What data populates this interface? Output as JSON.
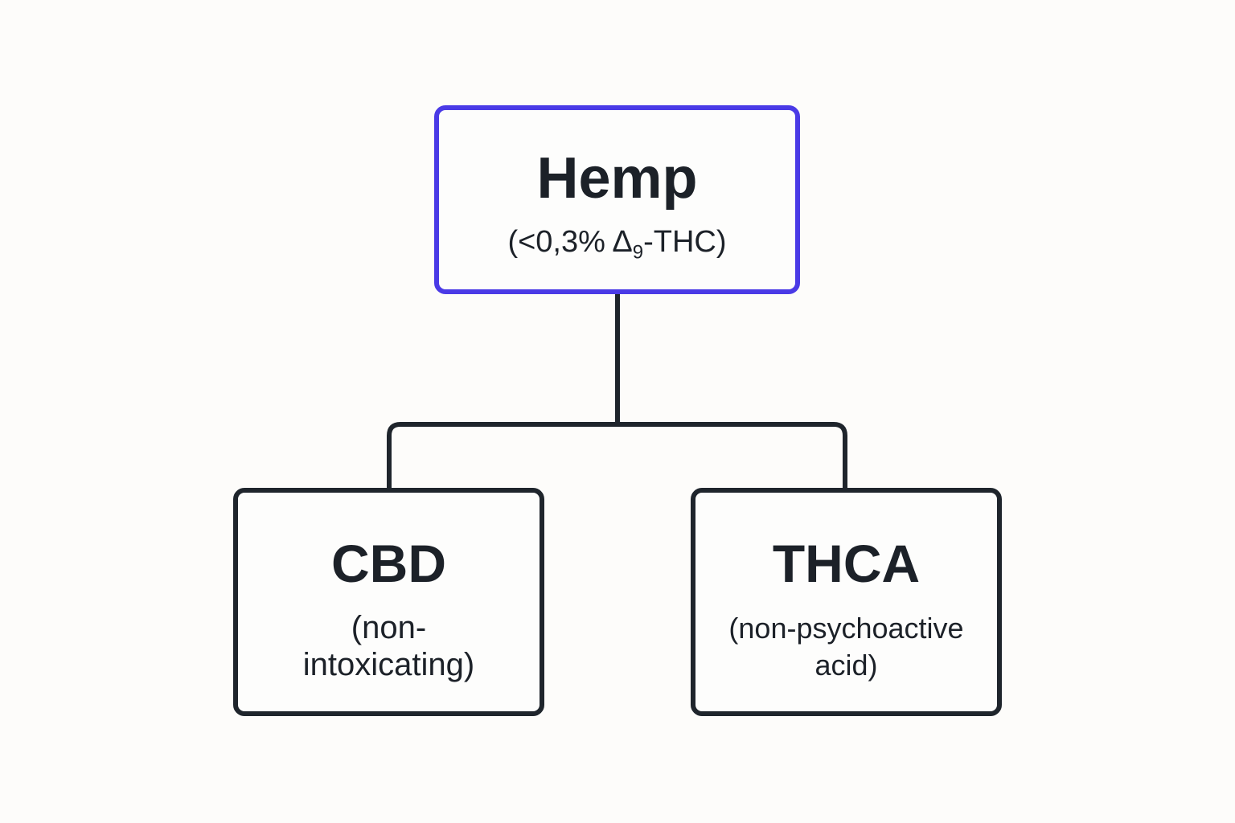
{
  "diagram": {
    "type": "tree",
    "root": {
      "title": "Hemp",
      "subtitle_prefix": "(<0,3% Δ",
      "subtitle_sub": "9",
      "subtitle_suffix": "-THC)",
      "border_color": "#4a3ae6"
    },
    "children": [
      {
        "title": "CBD",
        "subtitle_line1": "(non-",
        "subtitle_line2": "intoxicating)"
      },
      {
        "title": "THCA",
        "subtitle_line1": "(non-psychoactive",
        "subtitle_line2": "acid)"
      }
    ],
    "edges": [
      {
        "from": "Hemp",
        "to": "CBD"
      },
      {
        "from": "Hemp",
        "to": "THCA"
      }
    ],
    "colors": {
      "node_border": "#1f252c",
      "text": "#1c2128",
      "background": "#fdfcfa"
    }
  }
}
